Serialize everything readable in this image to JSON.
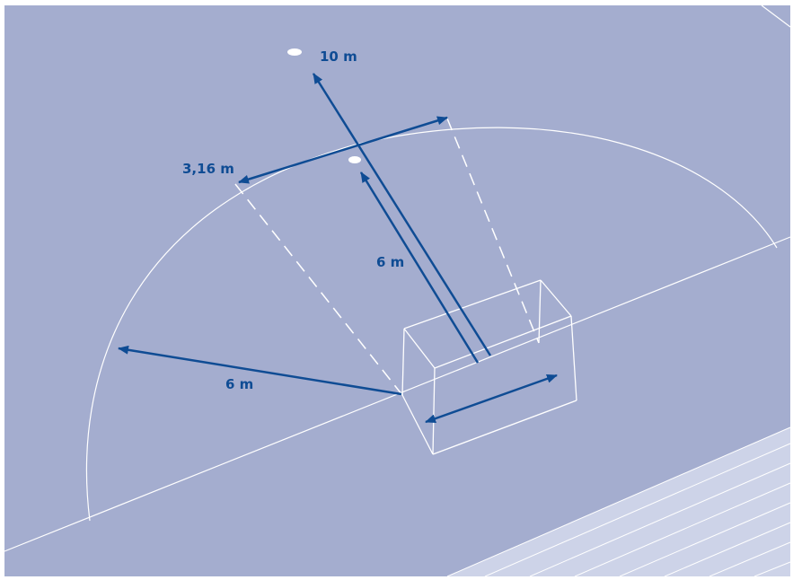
{
  "diagram": {
    "labels": {
      "penalty_mark_distance": "10 m",
      "goal_width": "3,16 m",
      "small_mark_distance": "6 m",
      "arc_radius": "6 m"
    },
    "colors": {
      "field": "#a4adcf",
      "field_edge_light": "#cdd3e8",
      "outer_border": "#ffffff",
      "lines": "#ffffff",
      "arrows": "#0f4c94",
      "text": "#0f4c94"
    }
  }
}
